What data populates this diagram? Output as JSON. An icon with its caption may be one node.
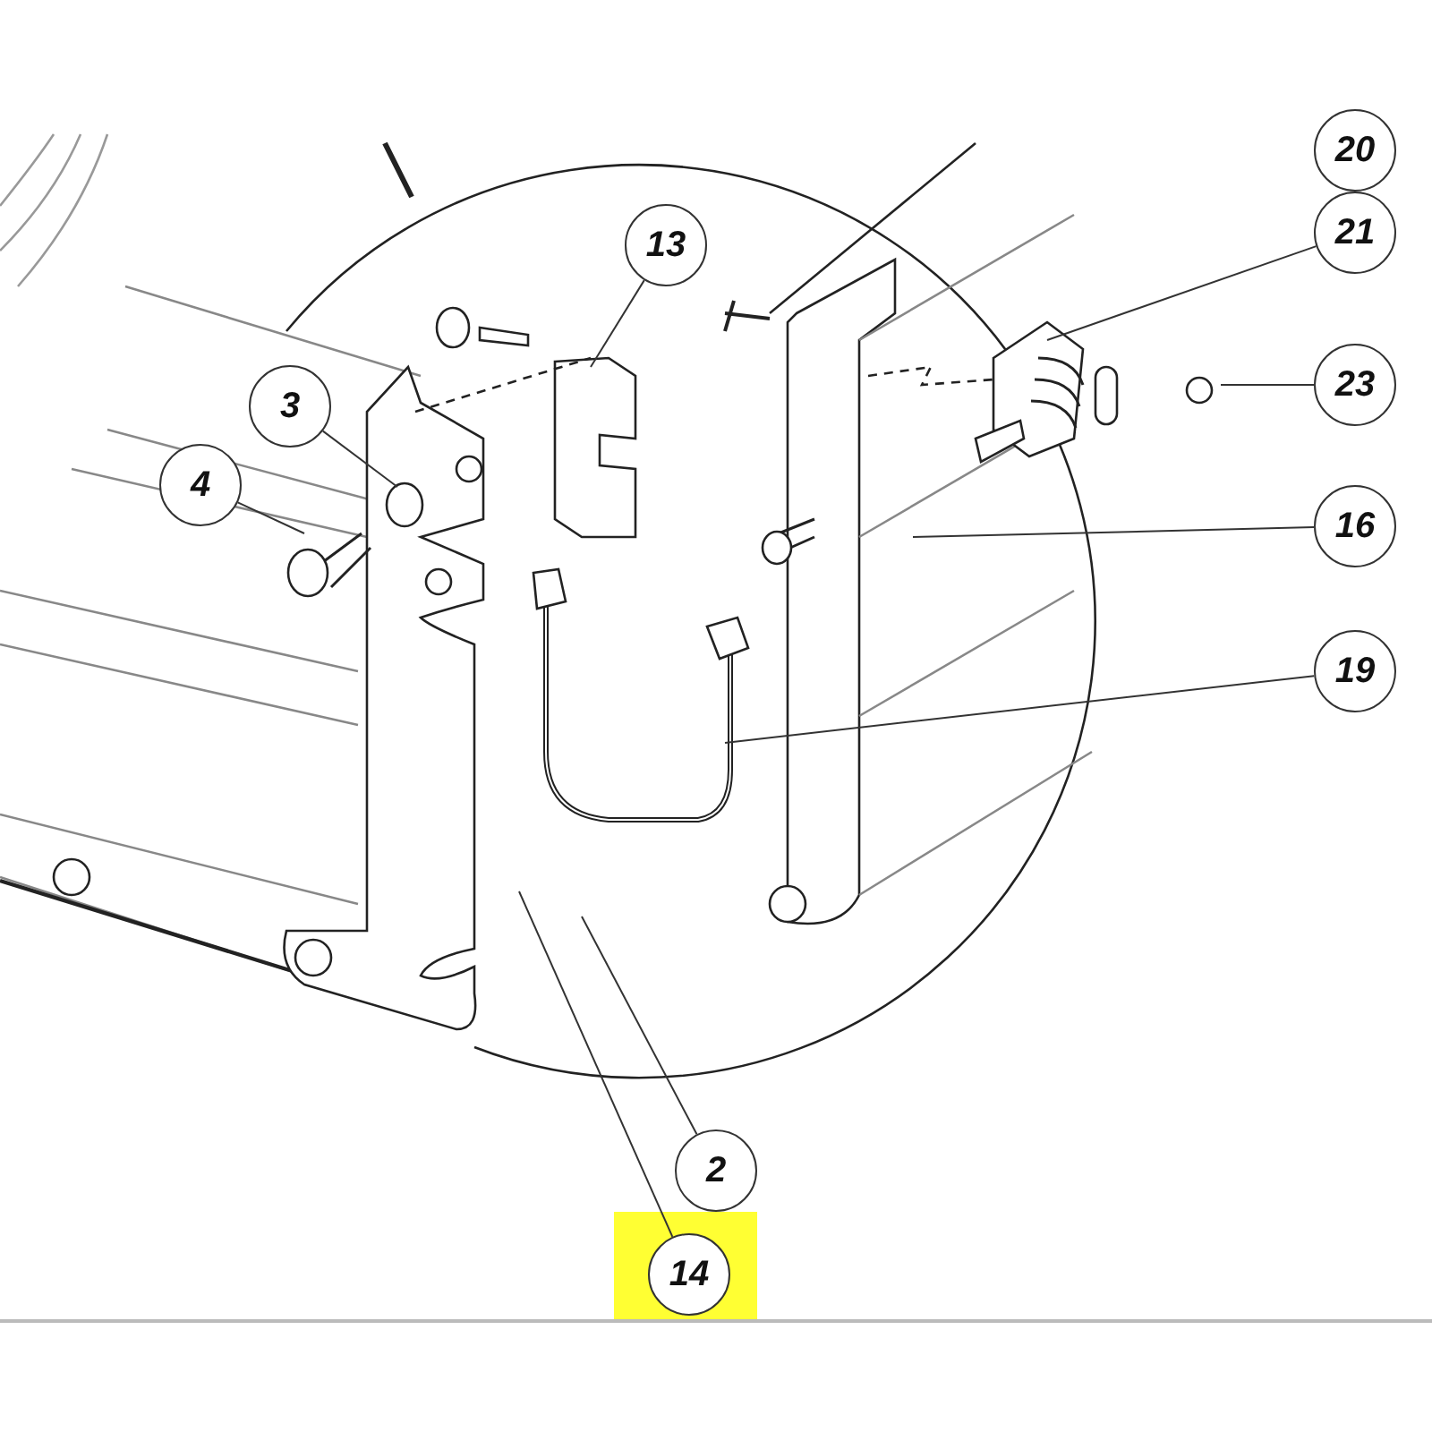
{
  "diagram": {
    "nodes": [
      {
        "text": [
          "20"
        ]
      },
      {
        "text": [
          "13"
        ]
      },
      {
        "text": [
          "21"
        ]
      },
      {
        "text": [
          "3"
        ]
      },
      {
        "text": [
          "23"
        ]
      },
      {
        "text": [
          "4"
        ]
      },
      {
        "text": [
          "16"
        ]
      },
      {
        "text": [
          "19"
        ]
      },
      {
        "text": [
          "2"
        ]
      },
      {
        "text": [
          "14"
        ]
      }
    ],
    "edges": [
      {
        "from": 1,
        "to": null,
        "arrow": "none"
      },
      {
        "from": 2,
        "to": null,
        "arrow": "none"
      },
      {
        "from": 3,
        "to": null,
        "arrow": "none"
      },
      {
        "from": 4,
        "to": null,
        "arrow": "none"
      },
      {
        "from": 5,
        "to": null,
        "arrow": "none"
      },
      {
        "from": 6,
        "to": null,
        "arrow": "none"
      },
      {
        "from": 7,
        "to": null,
        "arrow": "none"
      },
      {
        "from": 8,
        "to": null,
        "arrow": "none"
      },
      {
        "from": 9,
        "to": null,
        "arrow": "none"
      }
    ]
  }
}
